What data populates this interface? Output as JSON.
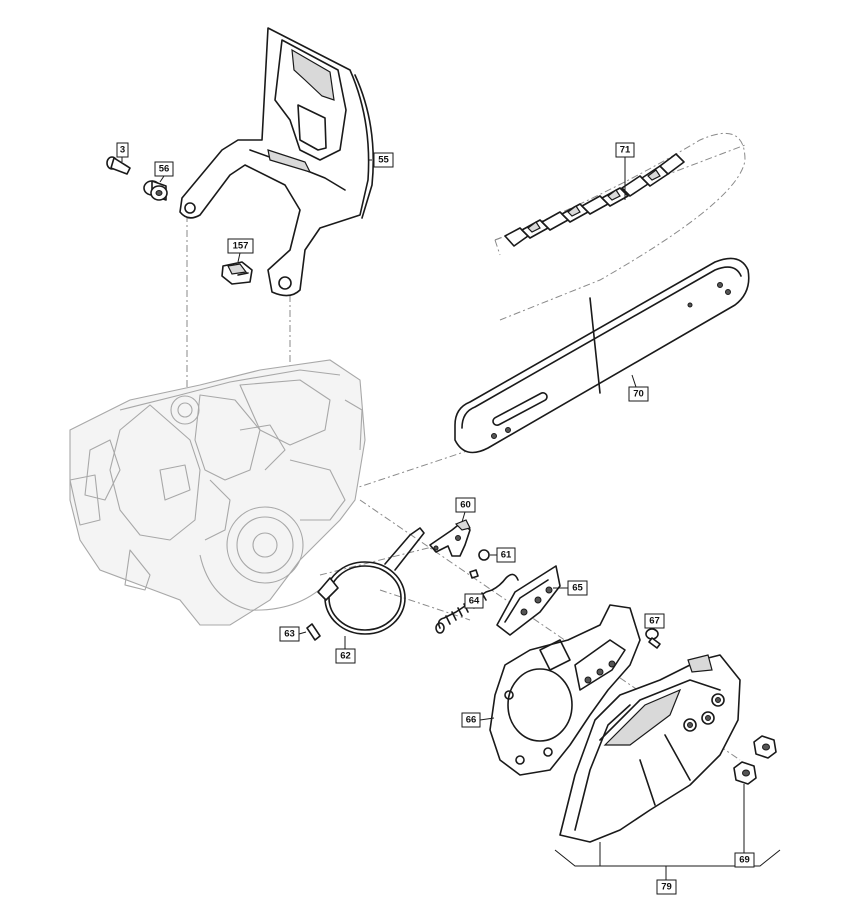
{
  "callouts": {
    "c3": "3",
    "c56": "56",
    "c55": "55",
    "c157": "157",
    "c71": "71",
    "c70": "70",
    "c60": "60",
    "c61": "61",
    "c65": "65",
    "c64": "64",
    "c67": "67",
    "c63": "63",
    "c62": "62",
    "c66": "66",
    "c69": "69",
    "c79": "79"
  }
}
